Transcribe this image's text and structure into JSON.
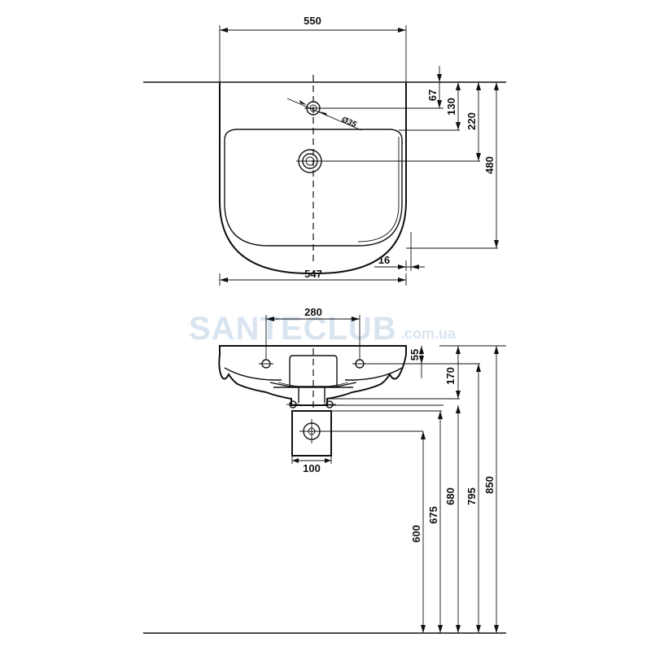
{
  "watermark": {
    "brand": "SANTECLUB",
    "domain": ".com.ua"
  },
  "top_view": {
    "width_outer": "550",
    "width_inner": "547",
    "tap_hole_offset": "67",
    "tap_hole_diameter": "Ø35",
    "bowl_edge_offset": "130",
    "drain_offset": "220",
    "depth": "480",
    "wall_gap": "16"
  },
  "side_view": {
    "fixing_spacing": "280",
    "fixing_hole_height": "55",
    "drain_height": "170",
    "siphon_width": "100",
    "floor_to_waste": "600",
    "floor_to_siphon": "675",
    "floor_to_fixing": "680",
    "floor_to_bottom": "795",
    "floor_to_rim": "850"
  },
  "colors": {
    "line": "#111111",
    "watermark": "#d8e4f0"
  }
}
